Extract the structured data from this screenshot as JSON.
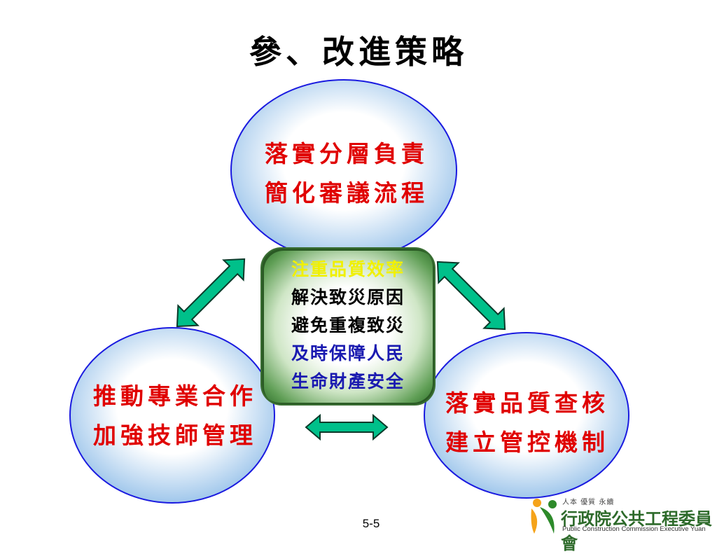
{
  "title": "參、改進策略",
  "colors": {
    "oval_fill_center": "#ffffff",
    "oval_fill_edge": "#9cc4ea",
    "oval_stroke": "#1a1ae0",
    "label_red": "#e00000",
    "arrow_fill": "#00c08a",
    "center_green": "#2e6e2a",
    "center_yellow": "#f0f000",
    "center_blue": "#1a1ab0"
  },
  "top_oval": {
    "line1": "落實分層負責",
    "line2": "簡化審議流程"
  },
  "left_oval": {
    "line1": "推動專業合作",
    "line2": "加強技師管理"
  },
  "right_oval": {
    "line1": "落實品質查核",
    "line2": "建立管控機制"
  },
  "center": {
    "line1": "注重品質效率",
    "line2": "解決致災原因",
    "line3": "避免重複致災",
    "line4": "及時保障人民",
    "line5": "生命財產安全"
  },
  "footer": {
    "page_number": "5-5"
  },
  "logo": {
    "slogan": "人本 優質 永續",
    "name": "行政院公共工程委員會",
    "english": "Public Construction Commission Executive Yuan",
    "icon": "pcc-logo-icon"
  }
}
